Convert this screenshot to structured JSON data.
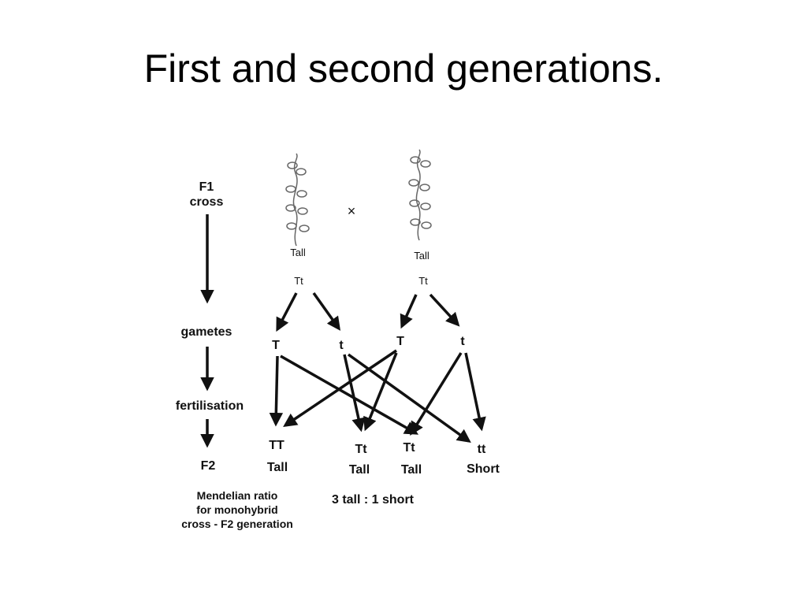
{
  "slide": {
    "title": "First and second generations."
  },
  "left_column": {
    "f1_cross_line1": "F1",
    "f1_cross_line2": "cross",
    "gametes": "gametes",
    "fertilisation": "fertilisation",
    "f2": "F2",
    "note_line1": "Mendelian ratio",
    "note_line2": "for monohybrid",
    "note_line3": "cross - F2 generation"
  },
  "parents": [
    {
      "phenotype": "Tall",
      "genotype": "Tt"
    },
    {
      "phenotype": "Tall",
      "genotype": "Tt"
    }
  ],
  "cross_symbol": "×",
  "gametes": [
    "T",
    "t",
    "T",
    "t"
  ],
  "offspring": [
    {
      "genotype": "TT",
      "phenotype": "Tall"
    },
    {
      "genotype": "Tt",
      "phenotype": "Tall"
    },
    {
      "genotype": "Tt",
      "phenotype": "Tall"
    },
    {
      "genotype": "tt",
      "phenotype": "Short"
    }
  ],
  "ratio": "3 tall : 1 short"
}
